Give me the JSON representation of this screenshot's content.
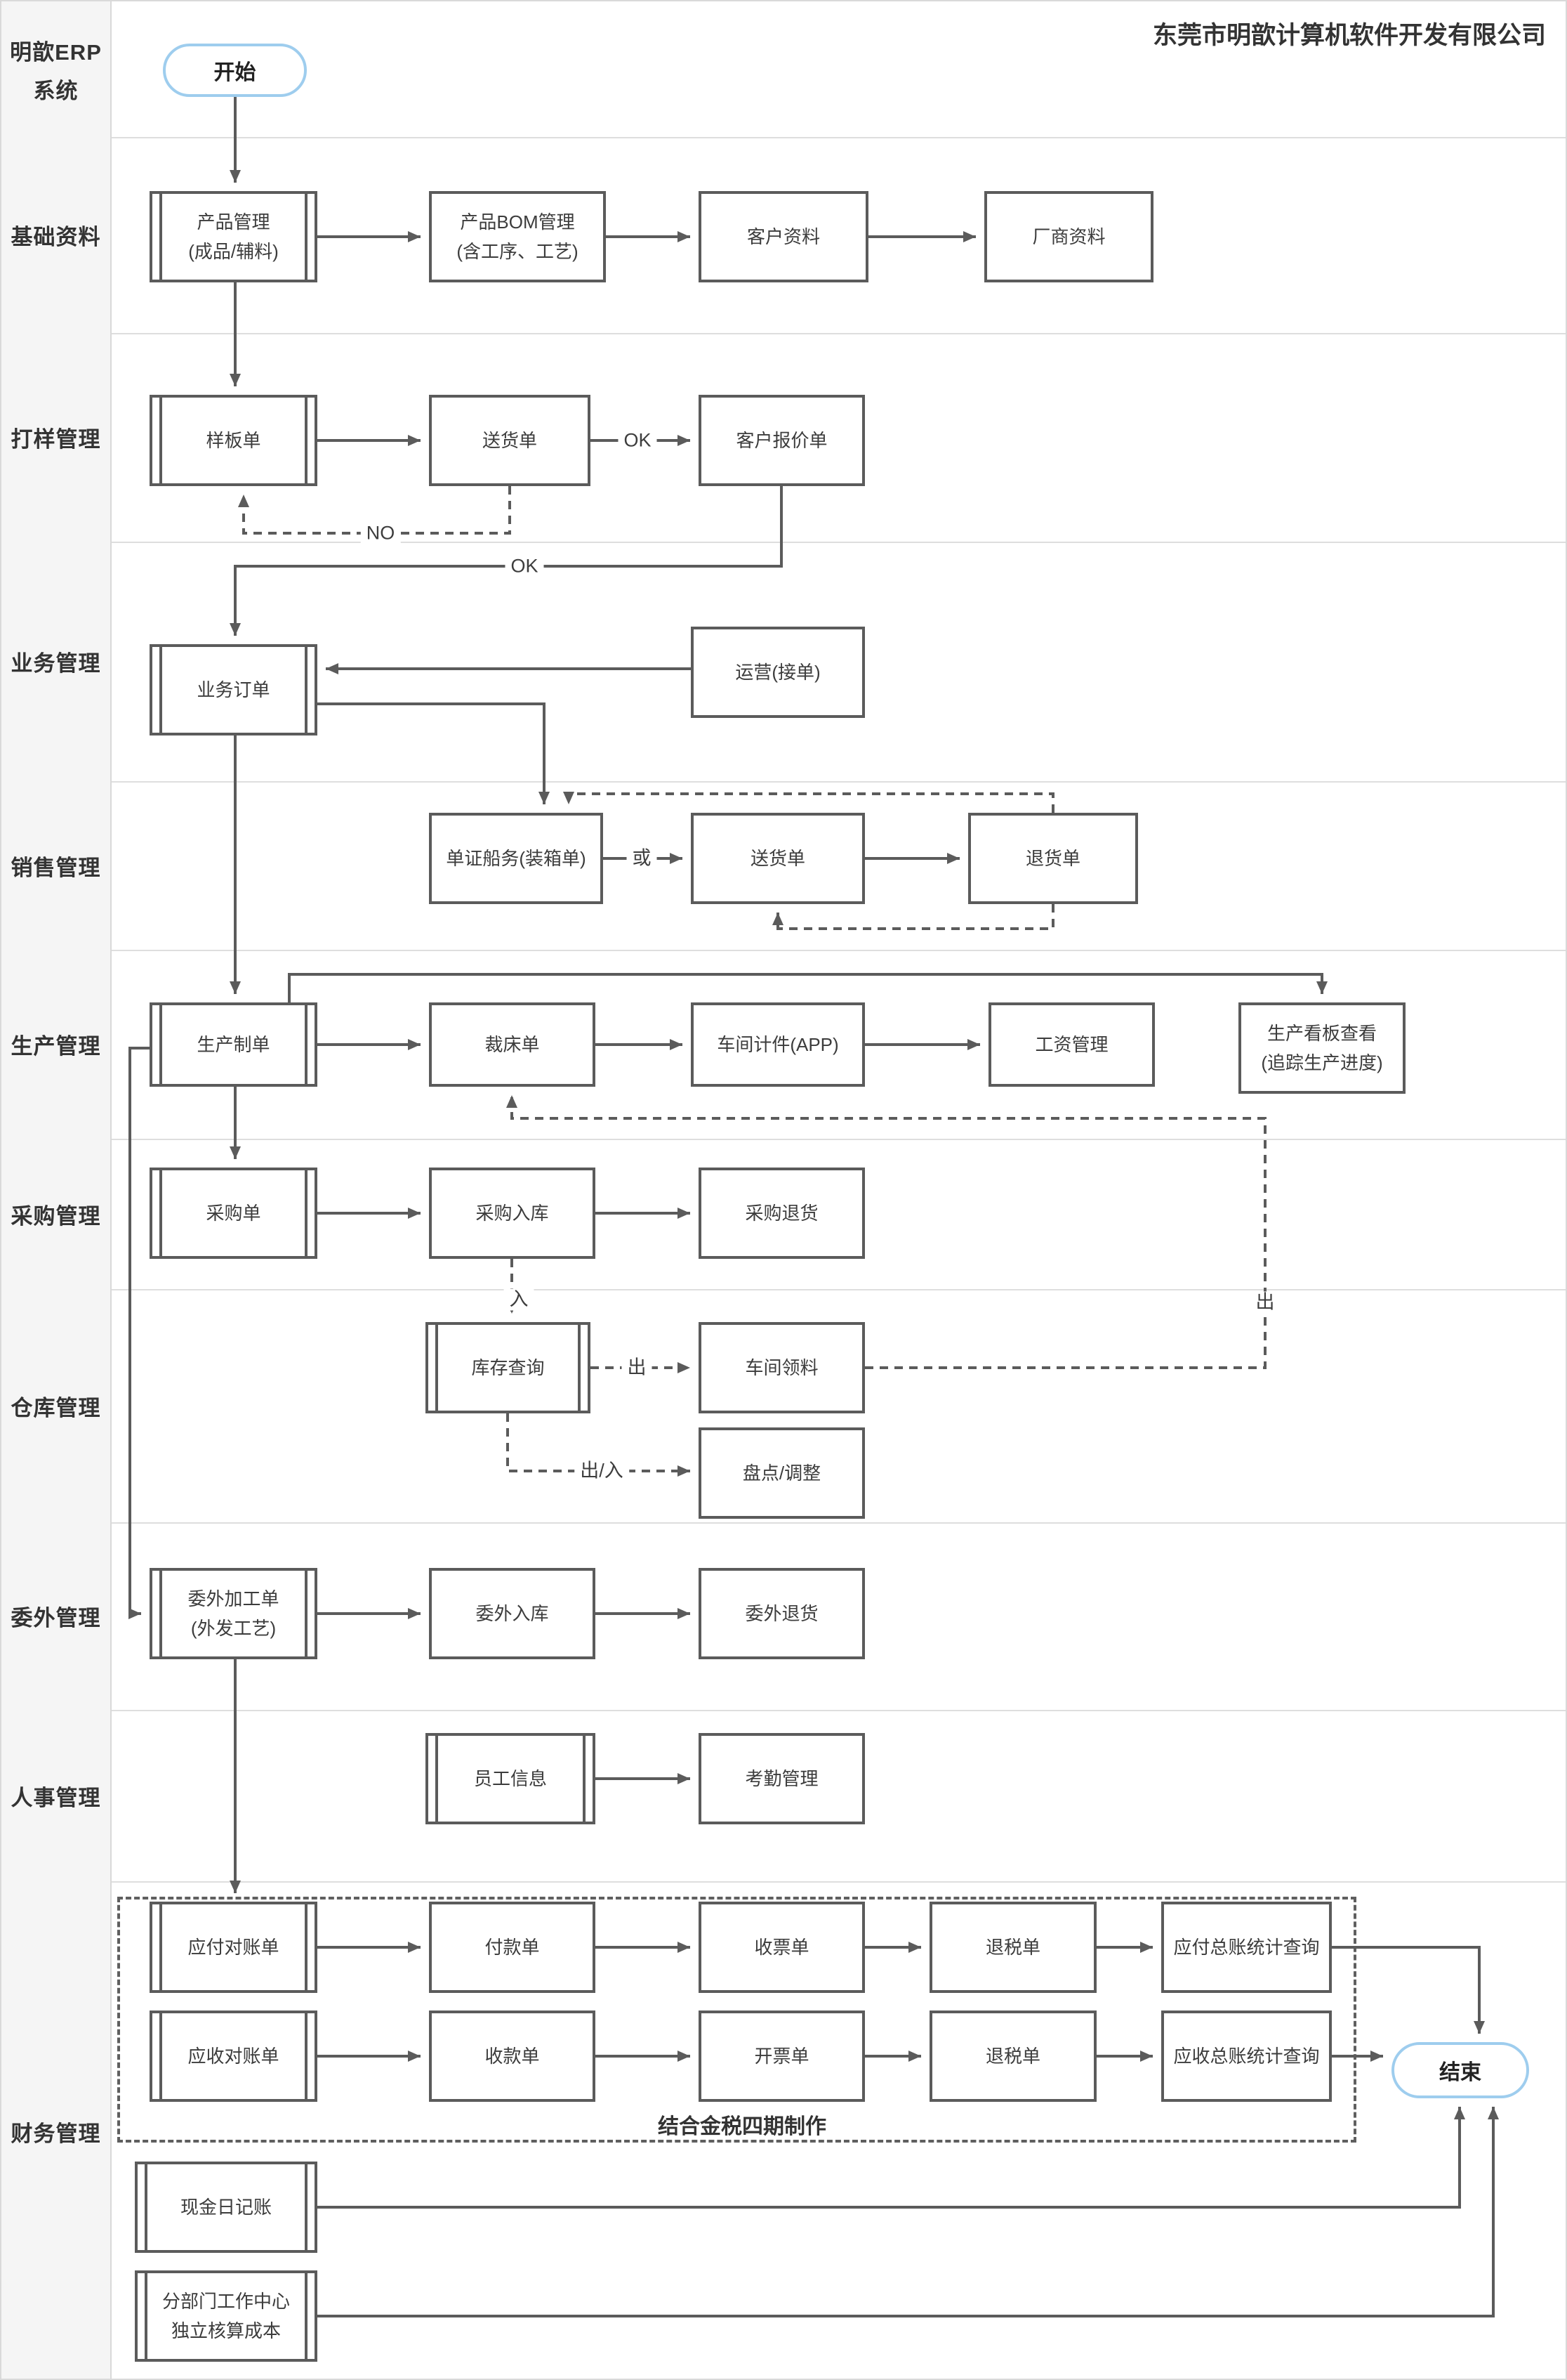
{
  "header": {
    "system_title_line1": "明歆ERP",
    "system_title_line2": "系统",
    "company_name": "东莞市明歆计算机软件开发有限公司"
  },
  "terminators": {
    "start_label": "开始",
    "end_label": "结束"
  },
  "lanes": {
    "base": "基础资料",
    "sampling": "打样管理",
    "business": "业务管理",
    "sales": "销售管理",
    "production": "生产管理",
    "purchasing": "采购管理",
    "warehouse": "仓库管理",
    "outsourcing": "委外管理",
    "hr": "人事管理",
    "finance": "财务管理"
  },
  "nodes": {
    "product_mgmt": {
      "label": "产品管理",
      "label2": "(成品/辅料)"
    },
    "bom": {
      "label": "产品BOM管理",
      "label2": "(含工序、工艺)"
    },
    "customer_info": {
      "label": "客户资料"
    },
    "vendor_info": {
      "label": "厂商资料"
    },
    "sample_order": {
      "label": "样板单"
    },
    "sample_delivery": {
      "label": "送货单"
    },
    "customer_quote": {
      "label": "客户报价单"
    },
    "sales_order": {
      "label": "业务订单"
    },
    "operations": {
      "label": "运营(接单)"
    },
    "shipping_docs": {
      "label": "单证船务(装箱单)"
    },
    "delivery_note": {
      "label": "送货单"
    },
    "return_note": {
      "label": "退货单"
    },
    "production_order": {
      "label": "生产制单"
    },
    "cutting_order": {
      "label": "裁床单"
    },
    "piecework_app": {
      "label": "车间计件(APP)"
    },
    "payroll": {
      "label": "工资管理"
    },
    "kanban": {
      "label": "生产看板查看",
      "label2": "(追踪生产进度)"
    },
    "purchase_order": {
      "label": "采购单"
    },
    "purchase_inbound": {
      "label": "采购入库"
    },
    "purchase_return": {
      "label": "采购退货"
    },
    "inventory_query": {
      "label": "库存查询"
    },
    "material_pick": {
      "label": "车间领料"
    },
    "stocktake": {
      "label": "盘点/调整"
    },
    "outsource_order": {
      "label": "委外加工单",
      "label2": "(外发工艺)"
    },
    "outsource_inbound": {
      "label": "委外入库"
    },
    "outsource_return": {
      "label": "委外退货"
    },
    "employee_info": {
      "label": "员工信息"
    },
    "attendance": {
      "label": "考勤管理"
    },
    "ap_statement": {
      "label": "应付对账单"
    },
    "payment_note": {
      "label": "付款单"
    },
    "invoice_received": {
      "label": "收票单"
    },
    "tax_refund_ap": {
      "label": "退税单"
    },
    "ap_ledger_query": {
      "label": "应付总账统计查询"
    },
    "ar_statement": {
      "label": "应收对账单"
    },
    "receipt_note": {
      "label": "收款单"
    },
    "invoice_issued": {
      "label": "开票单"
    },
    "tax_refund_ar": {
      "label": "退税单"
    },
    "ar_ledger_query": {
      "label": "应收总账统计查询"
    },
    "cash_journal": {
      "label": "现金日记账"
    },
    "dept_costing": {
      "label": "分部门工作中心",
      "label2": "独立核算成本"
    }
  },
  "edge_labels": {
    "ok_quote": "OK",
    "no_return": "NO",
    "ok_order": "OK",
    "or": "或",
    "in": "入",
    "out_pick": "出",
    "out_workshop": "出",
    "in_out": "出/入"
  },
  "annotations": {
    "golden_tax": "结合金税四期制作"
  },
  "colors": {
    "line": "#5b5b5b",
    "terminator_border": "#9ecdee",
    "lane_bg": "#f5f5f5"
  }
}
